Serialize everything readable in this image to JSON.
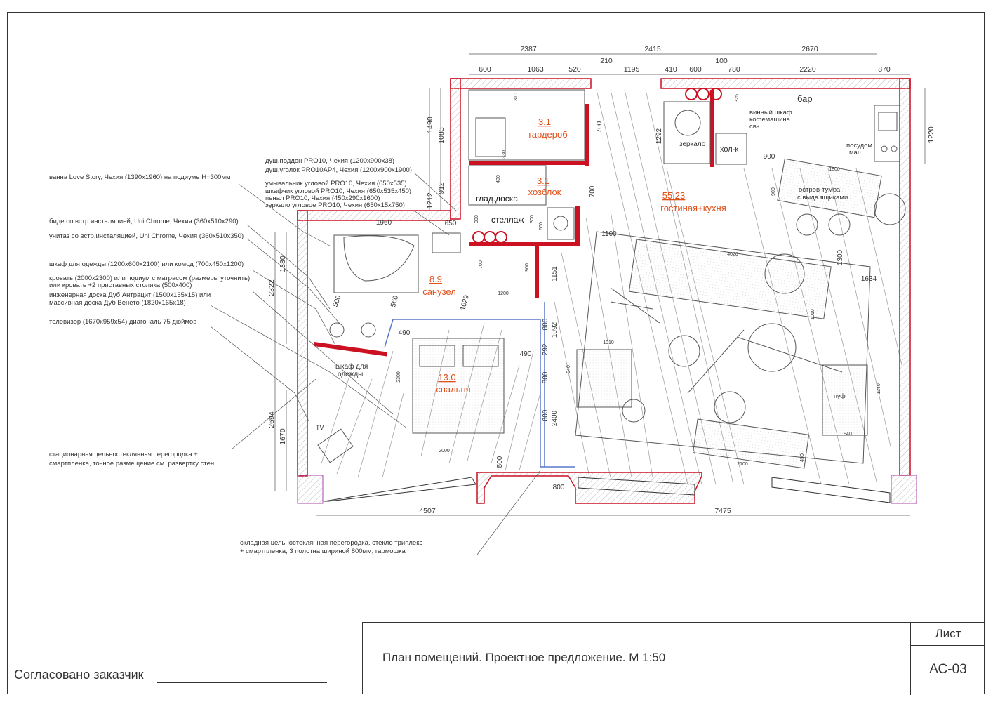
{
  "sheet": {
    "title": "План помещений. Проектное предложение. М 1:50",
    "sheet_label": "Лист",
    "sheet_number": "АС-03",
    "approval": "Согласовано заказчик"
  },
  "rooms": {
    "wardrobe": {
      "area": "3.1",
      "name": "гардероб"
    },
    "utility": {
      "area": "3.1",
      "name": "хозблок"
    },
    "bathroom": {
      "area": "8.9",
      "name": "санузел"
    },
    "bedroom": {
      "area": "13.0",
      "name": "спальня"
    },
    "living": {
      "area": "55.23",
      "name": "гостиная+кухня"
    }
  },
  "labels": {
    "bar": "бар",
    "wine": "винный шкаф",
    "coffee": "кофемашина",
    "mw": "свч",
    "mirror": "зеркало",
    "fridge": "хол-к",
    "dishwasher_1": "посудом.",
    "dishwasher_2": "маш.",
    "island_1": "остров-тумба",
    "island_2": "с выдв.ящиками",
    "ironing": "глад.доска",
    "rack": "стеллаж",
    "bed_wardrobe_1": "шкаф для",
    "bed_wardrobe_2": "одежды",
    "pouf": "пуф",
    "tv": "TV"
  },
  "callouts": {
    "shower_tray": "душ.поддон PRO10, Чехия (1200х900х38)",
    "shower_corner": "душ.уголок PRO10АР4, Чехия (1200х900х1900)",
    "sink": "умывальник угловой PRO10, Чехия (650х535)",
    "cabinet": "шкафчик угловой PRO10, Чехия (650х535х450)",
    "penal": "пенал  PRO10, Чехия (450х290х1600)",
    "mirror": "зеркало угловое PRO10, Чехия (650х15х750)",
    "bath": "ванна Love Story, Чехия (1390х1960) на подиуме Н=300мм",
    "bidet": "биде со встр.инсталяцией, Uni Chrome, Чехия (360х510х290)",
    "toilet": "унитаз со встр.инсталяцией, Uni Chrome, Чехия (360х510х350)",
    "wardrobe": "шкаф для одежды (1200х600х2100) или комод (700х450х1200)",
    "bed_1": "кровать (2000х2300) или подиум с матрасом (размеры уточнить)",
    "bed_2": "или кровать +2 приставных столика (500х400)",
    "floor_1": "инженерная доска Дуб Антрацит (1500х155х15) или",
    "floor_2": "массивная доска Дуб Венето (1820х165х18)",
    "tv": "телевизор (1670х959х54) диагональ 75 дюймов",
    "partition_1": "стационарная цельностеклянная перегородка +",
    "partition_2": "смартпленка, точное размещение см. развертку стен",
    "folding_1": "складная цельностеклянная перегородка, стекло триплекс",
    "folding_2": "+ смартпленка, 3 полотна шириной 800мм, гармошка"
  },
  "dimensions": {
    "top_1": "2387",
    "top_2": "2415",
    "top_3": "2670",
    "sub": [
      "600",
      "1063",
      "520",
      "210",
      "1195",
      "410",
      "600",
      "100",
      "780",
      "2220",
      "870"
    ],
    "left_1": "1490",
    "left_2": "1083",
    "left_3": "912",
    "left_4": "1212",
    "left_5": "1380",
    "left_6": "2322",
    "left_7": "2694",
    "left_8": "1670",
    "right_1": "1220",
    "bottom_1": "4507",
    "bottom_2": "7475",
    "inner": [
      "310",
      "330",
      "700",
      "700",
      "1292",
      "325",
      "900",
      "1800",
      "900",
      "1300",
      "1634",
      "1960",
      "650",
      "300",
      "300",
      "600",
      "400",
      "1100",
      "4020",
      "1010",
      "1010",
      "940",
      "1240",
      "940",
      "2100",
      "450",
      "1200",
      "700",
      "900",
      "500",
      "560",
      "1029",
      "490",
      "490",
      "2300",
      "2000",
      "500",
      "800",
      "292",
      "1092",
      "1151",
      "800",
      "800",
      "2400",
      "800"
    ]
  },
  "colors": {
    "wall": "#cc1122",
    "glass": "#5b78c8",
    "line": "#555555",
    "area_text": "#e0501a"
  }
}
